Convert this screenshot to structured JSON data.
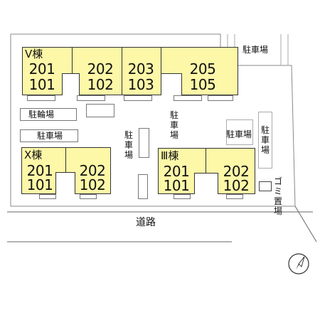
{
  "buildings": {
    "v": {
      "name": "V棟",
      "units": [
        {
          "top": "201",
          "bottom": "101"
        },
        {
          "top": "202",
          "bottom": "102"
        },
        {
          "top": "203",
          "bottom": "103"
        },
        {
          "top": "205",
          "bottom": "105"
        }
      ]
    },
    "x": {
      "name": "X棟",
      "units": [
        {
          "top": "201",
          "bottom": "101"
        },
        {
          "top": "202",
          "bottom": "102"
        }
      ]
    },
    "iii": {
      "name": "Ⅲ棟",
      "units": [
        {
          "top": "201",
          "bottom": "101"
        },
        {
          "top": "202",
          "bottom": "102"
        }
      ]
    }
  },
  "labels": {
    "parking_top_right": "駐車場",
    "bicycle_parking": "駐輪場",
    "parking_left": "駐車場",
    "parking_vertical_1": "駐車場",
    "parking_vertical_2": "駐車場",
    "parking_right_1": "駐車場",
    "parking_right_2": "駐車場",
    "garbage": "ゴミ置場",
    "road": "道路"
  },
  "compass": {
    "icon": "north-arrow-icon"
  }
}
